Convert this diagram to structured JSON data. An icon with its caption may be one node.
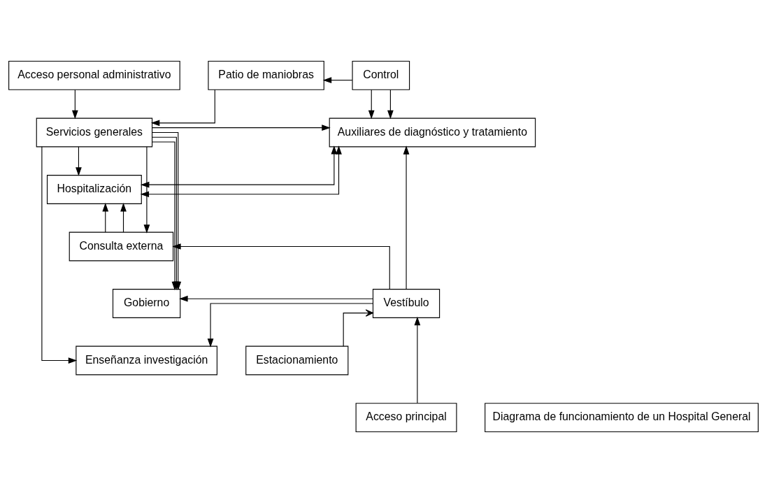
{
  "diagram": {
    "nodes": [
      {
        "text": [
          "Acceso personal administrativo"
        ]
      },
      {
        "text": [
          "Patio de maniobras"
        ]
      },
      {
        "text": [
          "Control"
        ]
      },
      {
        "text": [
          "Servicios generales"
        ]
      },
      {
        "text": [
          "Auxiliares de diagnóstico y tratamiento"
        ]
      },
      {
        "text": [
          "Hospitalización"
        ]
      },
      {
        "text": [
          "Consulta externa"
        ]
      },
      {
        "text": [
          "Gobierno"
        ]
      },
      {
        "text": [
          "Vestíbulo"
        ]
      },
      {
        "text": [
          "Enseñanza investigación"
        ]
      },
      {
        "text": [
          "Estacionamiento"
        ]
      },
      {
        "text": [
          "Acceso principal"
        ]
      },
      {
        "text": [
          "Diagrama de funcionamiento de un Hospital General"
        ]
      }
    ],
    "edges": [
      {
        "from": 2,
        "to": 1,
        "arrow": "to"
      },
      {
        "from": 2,
        "to": 4,
        "arrow": "to"
      },
      {
        "from": 2,
        "to": 4,
        "arrow": "to"
      },
      {
        "from": 0,
        "to": 3,
        "arrow": "to"
      },
      {
        "from": 1,
        "to": 3,
        "arrow": "to"
      },
      {
        "from": 3,
        "to": 4,
        "arrow": "to"
      },
      {
        "from": 3,
        "to": 5,
        "arrow": "to"
      },
      {
        "from": 5,
        "to": 4,
        "arrow": "both"
      },
      {
        "from": 5,
        "to": 4,
        "arrow": "both"
      },
      {
        "from": 6,
        "to": 5,
        "arrow": "to"
      },
      {
        "from": 6,
        "to": 5,
        "arrow": "to"
      },
      {
        "from": 3,
        "to": 7,
        "arrow": "to"
      },
      {
        "from": 3,
        "to": 6,
        "arrow": "to"
      },
      {
        "from": 3,
        "to": 7,
        "arrow": "to"
      },
      {
        "from": 3,
        "to": 7,
        "arrow": "to"
      },
      {
        "from": 3,
        "to": 9,
        "arrow": "to"
      },
      {
        "from": 8,
        "to": 6,
        "arrow": "to"
      },
      {
        "from": 8,
        "to": 4,
        "arrow": "to"
      },
      {
        "from": 8,
        "to": 7,
        "arrow": "to"
      },
      {
        "from": 8,
        "to": 9,
        "arrow": "to"
      },
      {
        "from": 10,
        "to": 8,
        "arrow": "to"
      },
      {
        "from": 11,
        "to": 8,
        "arrow": "to"
      }
    ]
  }
}
